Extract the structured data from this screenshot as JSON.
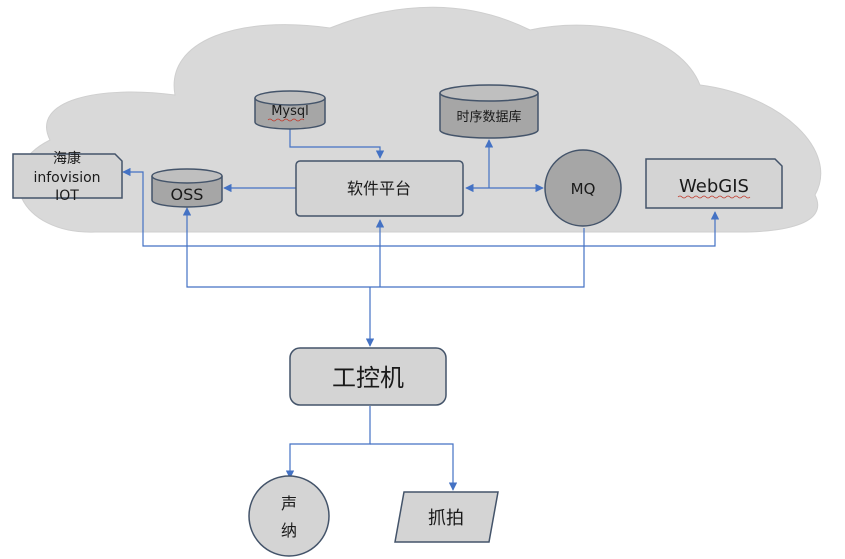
{
  "nodes": {
    "mysql": "Mysql",
    "tsdb": "时序数据库",
    "hikvision": [
      "海康",
      "infovision",
      "IOT"
    ],
    "oss": "OSS",
    "platform": "软件平台",
    "mq": "MQ",
    "webgis": "WebGIS",
    "ipc": "工控机",
    "sound": [
      "声",
      "纳"
    ],
    "capture": "抓拍"
  },
  "colors": {
    "cloud": "#d9d9d9",
    "node_fill": "#d4d4d4",
    "node_stroke": "#44546a",
    "connector": "#4472c4"
  }
}
